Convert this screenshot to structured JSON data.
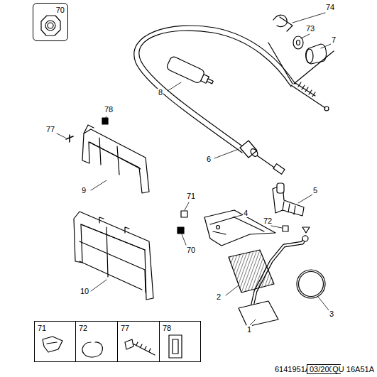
{
  "diagram": {
    "nodes": [
      {
        "text": [
          "70"
        ]
      },
      {
        "text": [
          "71"
        ]
      },
      {
        "text": [
          "72"
        ]
      },
      {
        "text": [
          "77"
        ]
      },
      {
        "text": [
          "78"
        ]
      }
    ],
    "labels": [
      "74",
      "73",
      "7",
      "8",
      "6",
      "78",
      "77",
      "9",
      "5",
      "71",
      "4",
      "72",
      "70",
      "10",
      "2",
      "3",
      "1",
      "6141951A",
      "03/2002",
      "QU 16A51A"
    ]
  }
}
